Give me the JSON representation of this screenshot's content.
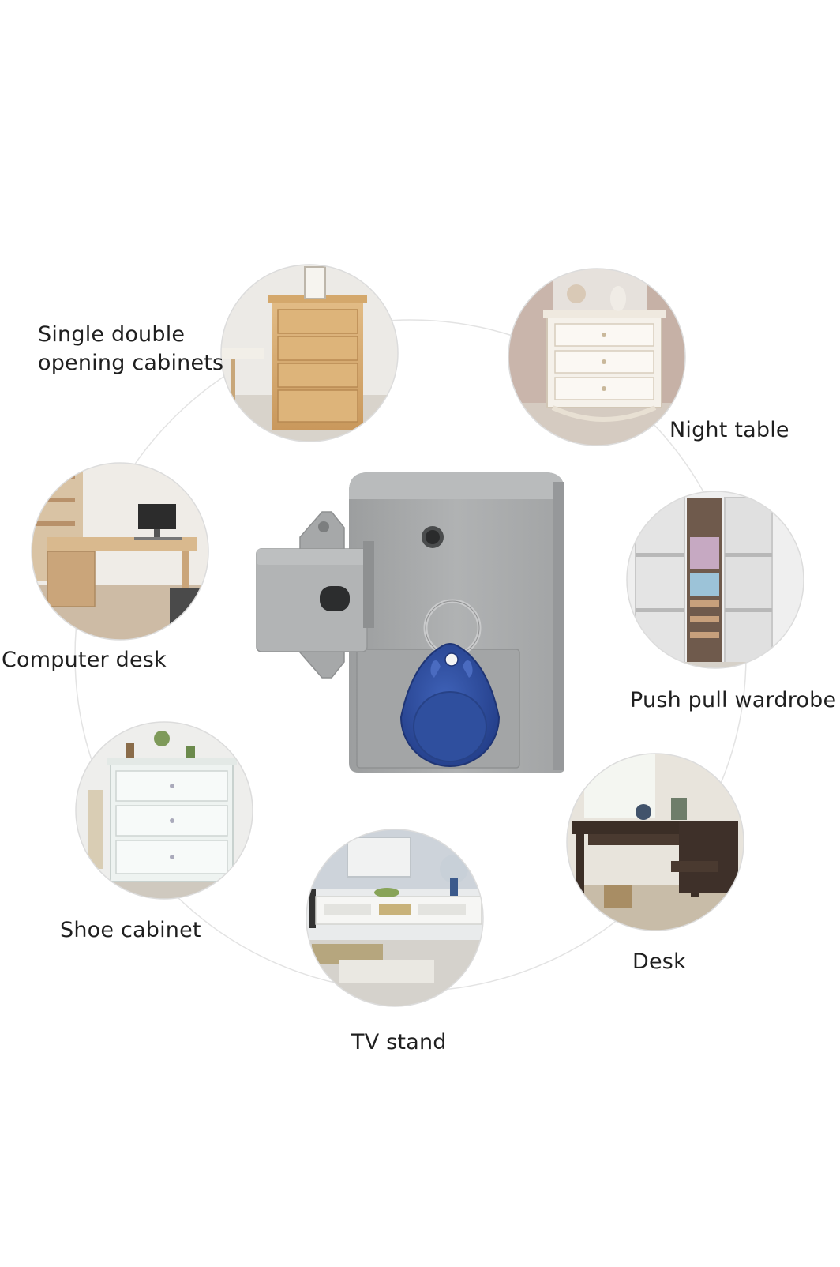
{
  "labels": {
    "single_double": [
      "Single double",
      "opening cabinets"
    ],
    "night_table": "Night table",
    "computer_desk": "Computer desk",
    "push_pull_wardrobe": "Push pull wardrobe",
    "shoe_cabinet": "Shoe cabinet",
    "desk": "Desk",
    "tv_stand": "TV stand"
  },
  "colors": {
    "lock_body": "#a9abac",
    "keyfob": "#2e4fa0",
    "circle_line": "#e3e3e3"
  },
  "icons": {
    "center": "rfid-cabinet-lock-with-keyfob",
    "photos": [
      "dresser-photo",
      "night-table-photo",
      "computer-desk-photo",
      "wardrobe-photo",
      "shoe-cabinet-photo",
      "desk-photo",
      "tv-stand-photo"
    ]
  }
}
